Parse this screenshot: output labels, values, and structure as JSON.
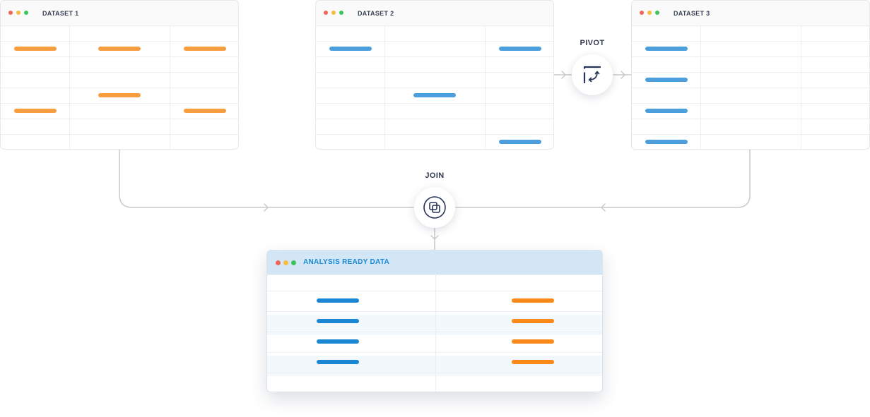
{
  "colors": {
    "orange": "#f79d3e",
    "blue": "#4a9fdc",
    "main_blue": "#1b87d4",
    "main_orange": "#f98a1a",
    "main_title": "#1a88d3",
    "connector": "#c8cacd"
  },
  "datasets": [
    {
      "title": "DATASET 1",
      "pill_color": "orange",
      "filled_cells": [
        [
          1,
          0
        ],
        [
          1,
          1
        ],
        [
          1,
          2
        ],
        [
          4,
          1
        ],
        [
          5,
          0
        ],
        [
          5,
          2
        ]
      ]
    },
    {
      "title": "DATASET 2",
      "pill_color": "blue",
      "filled_cells": [
        [
          1,
          0
        ],
        [
          1,
          2
        ],
        [
          4,
          1
        ],
        [
          7,
          2
        ]
      ]
    },
    {
      "title": "DATASET 3",
      "pill_color": "blue",
      "filled_cells": [
        [
          1,
          0
        ],
        [
          3,
          0
        ],
        [
          5,
          0
        ],
        [
          7,
          0
        ]
      ]
    }
  ],
  "nodes": {
    "pivot": {
      "label": "PIVOT",
      "icon": "pivot-icon"
    },
    "join": {
      "label": "JOIN",
      "icon": "join-icon"
    }
  },
  "output": {
    "title": "ANALYSIS READY DATA",
    "filled_rows": [
      1,
      2,
      3,
      4
    ]
  }
}
